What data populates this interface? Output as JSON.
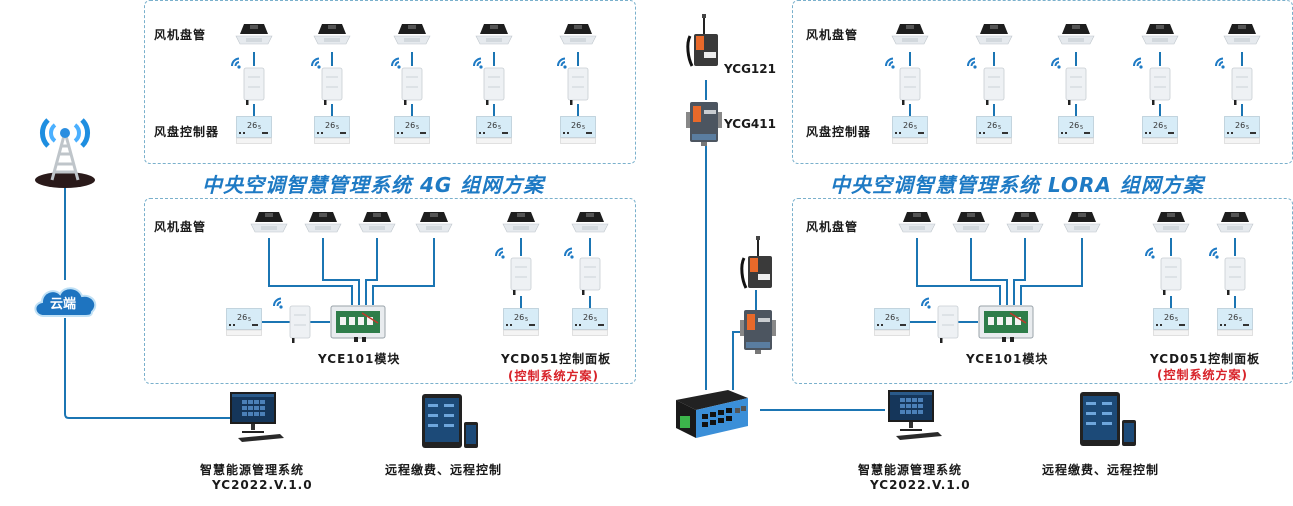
{
  "left_network": {
    "title": "中央空调智慧管理系统 4G 组网方案",
    "top_panel": {
      "row_label_fan": "风机盘管",
      "row_label_controller": "风盘控制器",
      "units": 5
    },
    "bottom_panel": {
      "row_label_fan": "风机盘管",
      "module_caption": "YCE101模块",
      "panel_caption": "YCD051控制面板",
      "panel_subcaption": "(控制系统方案)"
    },
    "cloud_label": "云端",
    "pc_caption": "智慧能源管理系统",
    "pc_version": "YC2022.V.1.0",
    "mobile_caption": "远程缴费、远程控制"
  },
  "center": {
    "gateway_top": "YCG121",
    "gateway_bottom": "YCG411"
  },
  "right_network": {
    "title": "中央空调智慧管理系统 LORA 组网方案",
    "top_panel": {
      "row_label_fan": "风机盘管",
      "row_label_controller": "风盘控制器",
      "units": 5
    },
    "bottom_panel": {
      "row_label_fan": "风机盘管",
      "module_caption": "YCE101模块",
      "panel_caption": "YCD051控制面板",
      "panel_subcaption": "(控制系统方案)"
    },
    "pc_caption": "智慧能源管理系统",
    "pc_version": "YC2022.V.1.0",
    "mobile_caption": "远程缴费、远程控制"
  },
  "colors": {
    "wire": "#1b75b3",
    "title": "#1e7ac4",
    "accent_red": "#d8232a",
    "panel_border": "#7ab0cc"
  }
}
